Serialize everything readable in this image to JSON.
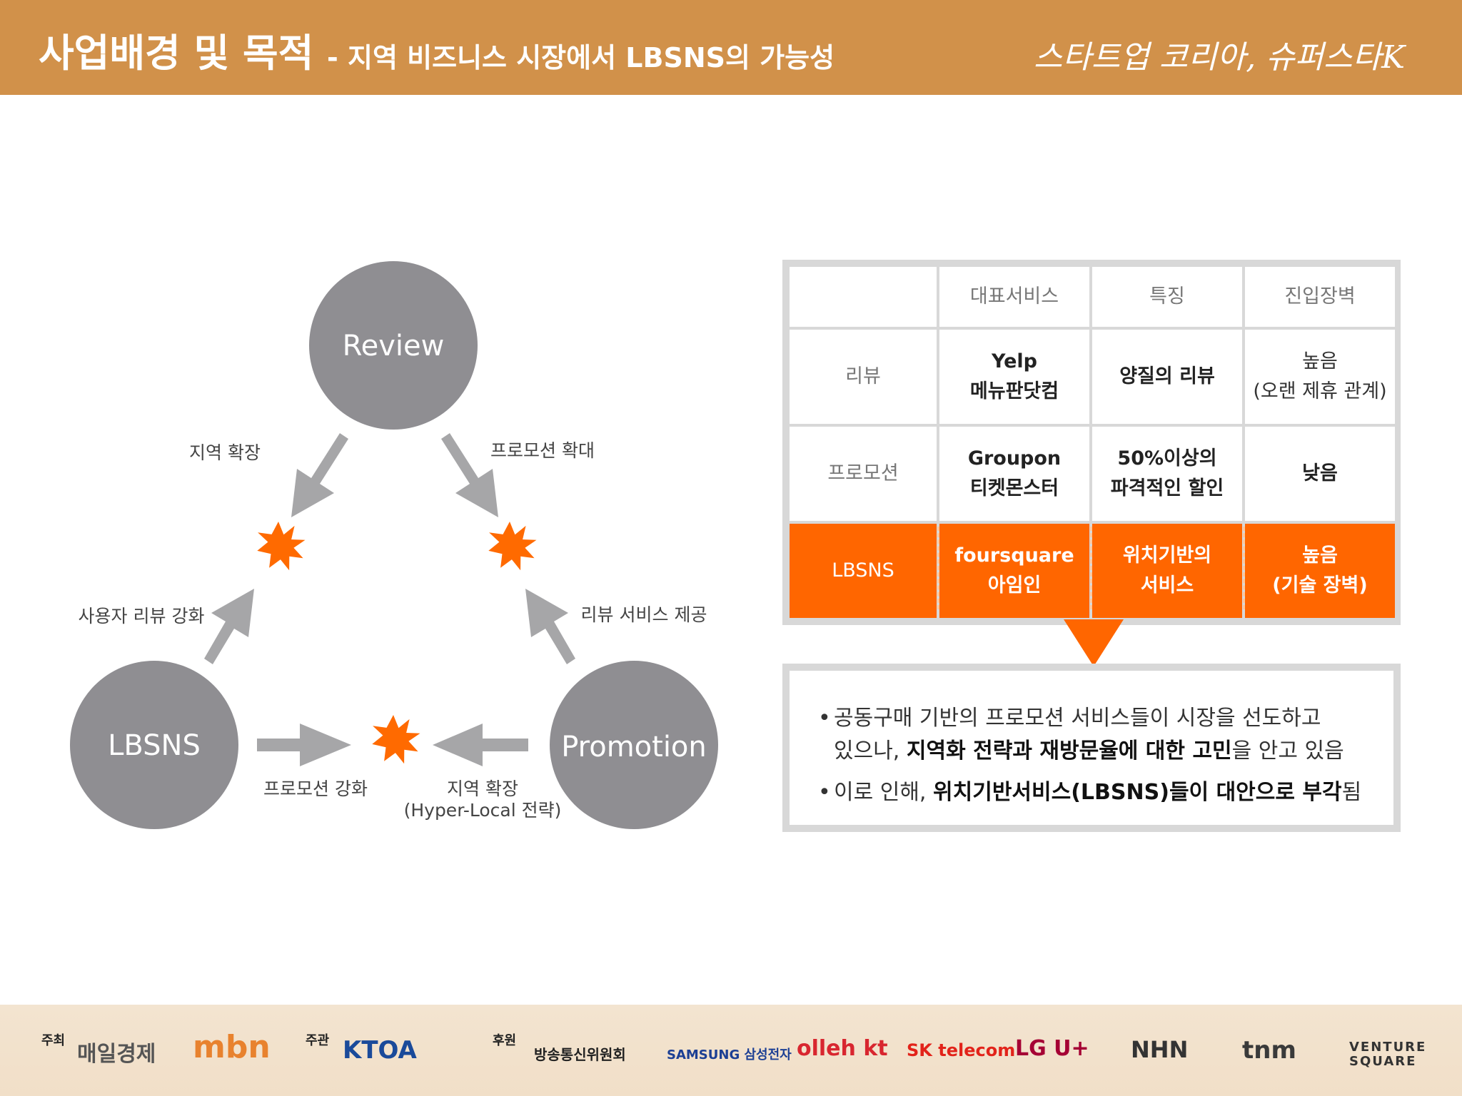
{
  "header": {
    "title": "사업배경 및 목적",
    "subtitle": "- 지역 비즈니스 시장에서 LBSNS의 가능성",
    "brand": "스타트업 코리아, 슈퍼스타K"
  },
  "diagram": {
    "nodes": {
      "review": "Review",
      "lbsns": "LBSNS",
      "promotion": "Promotion"
    },
    "labels": {
      "review_left": "지역 확장",
      "review_right": "프로모션 확대",
      "lbsns_up": "사용자 리뷰 강화",
      "promo_up": "리뷰 서비스 제공",
      "lbsns_right": "프로모션 강화",
      "promo_left_1": "지역 확장",
      "promo_left_2": "(Hyper-Local 전략)"
    },
    "colors": {
      "circle": "#8f8e92",
      "arrow": "#a6a6a8",
      "burst": "#ff6a00"
    }
  },
  "table": {
    "headers": [
      "",
      "대표서비스",
      "특징",
      "진입장벽"
    ],
    "rows": [
      {
        "label": "리뷰",
        "service": "Yelp\n메뉴판닷컴",
        "feature": "양질의 리뷰",
        "barrier": "높음\n(오랜 제휴 관계)"
      },
      {
        "label": "프로모션",
        "service": "Groupon\n티켓몬스터",
        "feature": "50%이상의\n파격적인 할인",
        "barrier": "낮음"
      },
      {
        "label": "LBSNS",
        "service": "foursquare\n아임인",
        "feature": "위치기반의\n서비스",
        "barrier": "높음\n(기술 장벽)"
      }
    ],
    "highlight_color": "#ff6600"
  },
  "note": {
    "line1": "공동구매 기반의 프로모션 서비스들이 시장을 선도하고",
    "line2_a": "있으나, ",
    "line2_b": "지역화 전략과 재방문율에 대한 고민",
    "line2_c": "을 안고 있음",
    "line3_a": "이로 인해, ",
    "line3_b": "위치기반서비스(LBSNS)들이 대안으로 부각",
    "line3_c": "됨"
  },
  "footer": {
    "host_label": "주최",
    "host1": "매일경제",
    "host2": "mbn",
    "organizer_label": "주관",
    "organizer": "KTOA",
    "sponsor_label": "후원",
    "sponsors": [
      "방송통신위원회",
      "SAMSUNG 삼성전자",
      "olleh kt",
      "SK telecom",
      "LG U+",
      "NHN",
      "tnm",
      "VENTURE SQUARE"
    ]
  }
}
